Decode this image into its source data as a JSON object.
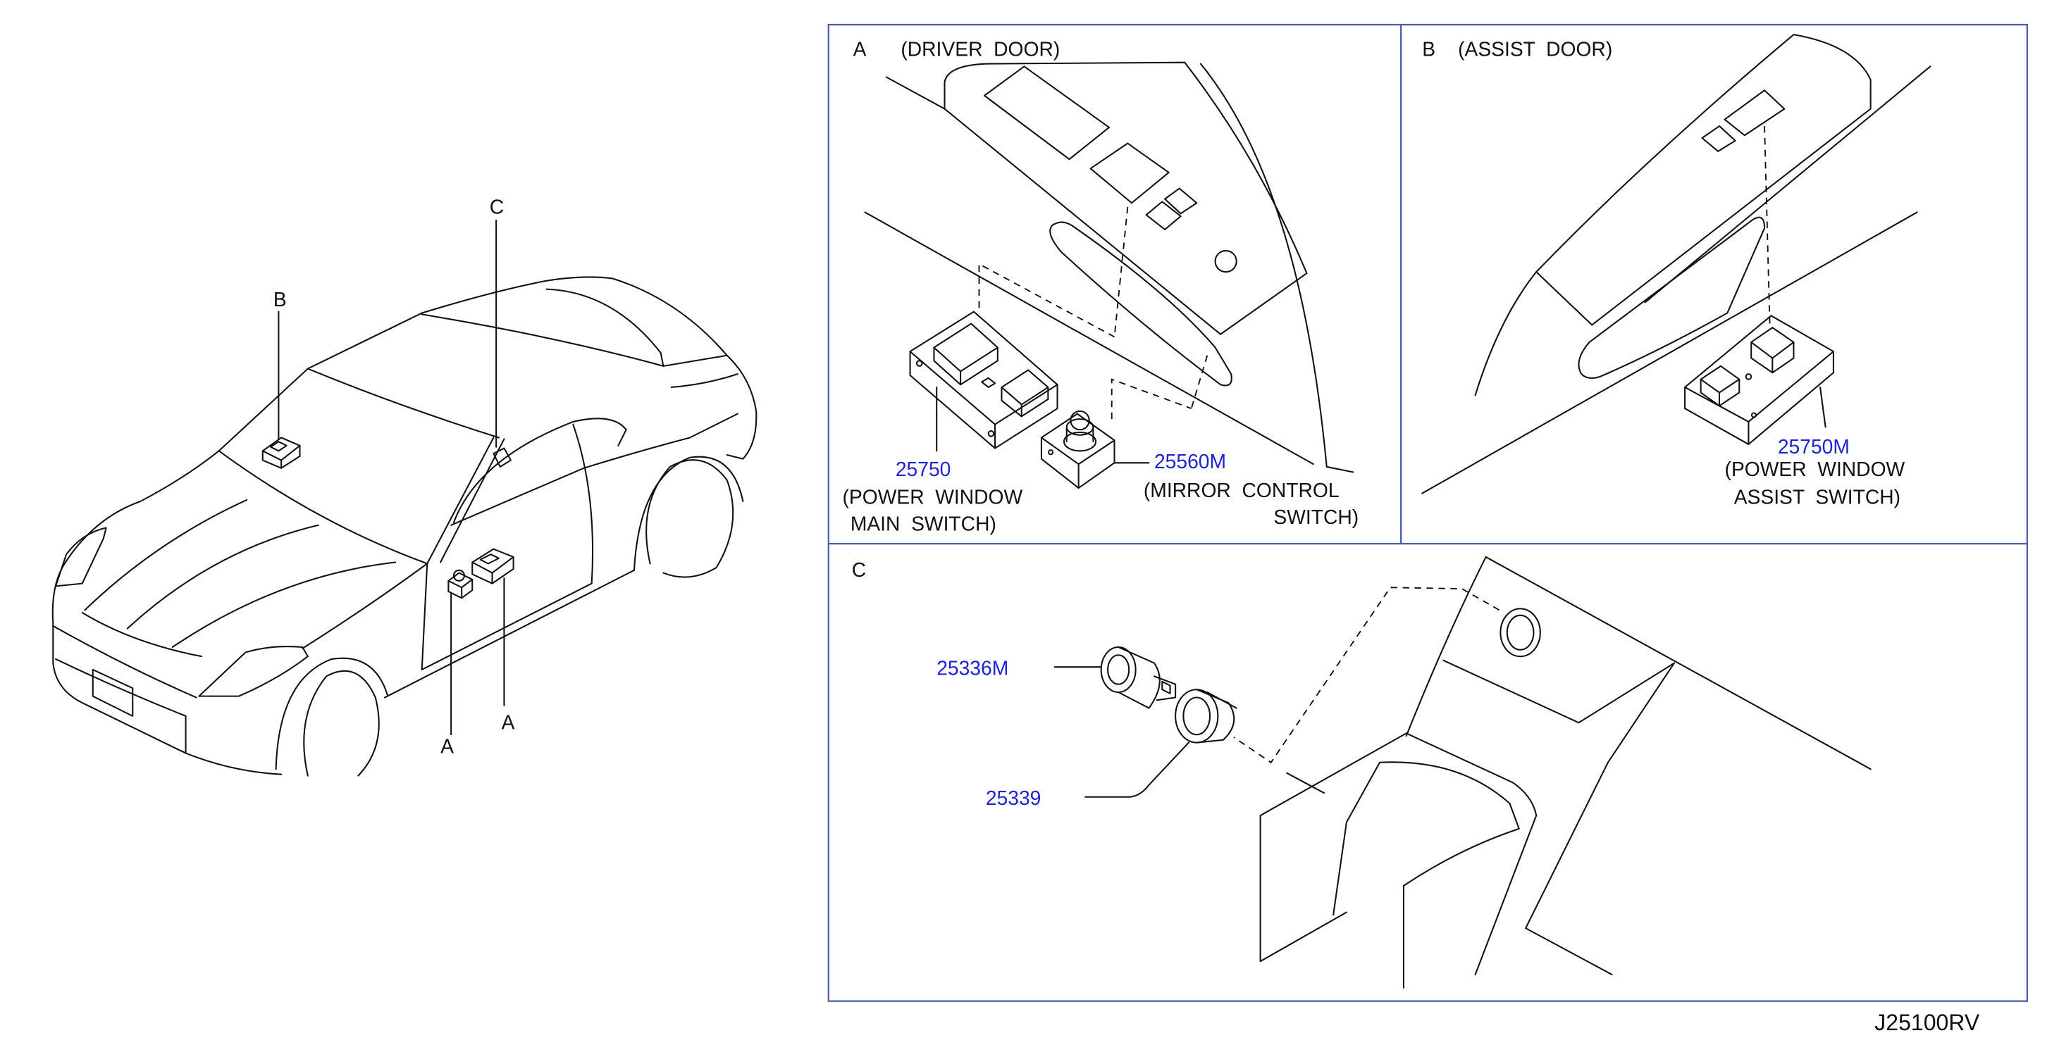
{
  "diagram_code": "J25100RV",
  "colors": {
    "line": "#111111",
    "part_number": "#1f22d6",
    "frame": "#4a5db0"
  },
  "vehicle": {
    "callouts": [
      {
        "label": "B"
      },
      {
        "label": "C"
      },
      {
        "label": "A"
      },
      {
        "label": "A"
      }
    ]
  },
  "panels": {
    "A": {
      "label": "A",
      "title": "(DRIVER  DOOR)",
      "parts": [
        {
          "number": "25750",
          "description": [
            "(POWER  WINDOW",
            "MAIN  SWITCH)"
          ]
        },
        {
          "number": "25560M",
          "description": [
            "(MIRROR  CONTROL",
            "SWITCH)"
          ]
        }
      ]
    },
    "B": {
      "label": "B",
      "title": "(ASSIST  DOOR)",
      "parts": [
        {
          "number": "25750M",
          "description": [
            "(POWER  WINDOW",
            "ASSIST  SWITCH)"
          ]
        }
      ]
    },
    "C": {
      "label": "C",
      "parts": [
        {
          "number": "25336M"
        },
        {
          "number": "25339"
        }
      ]
    }
  }
}
